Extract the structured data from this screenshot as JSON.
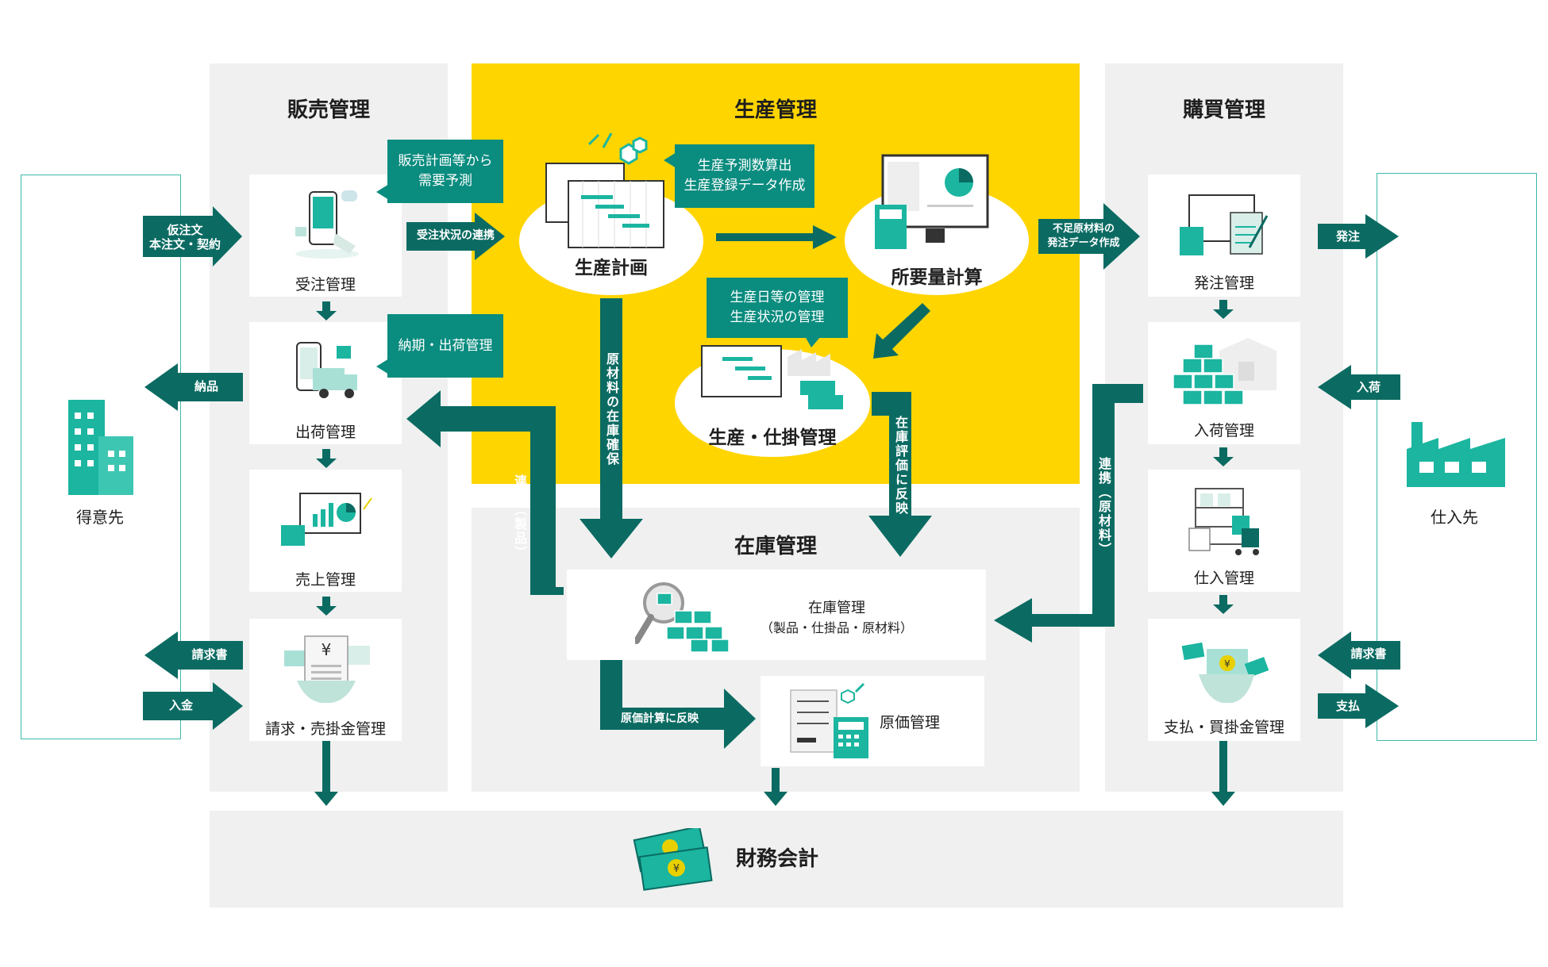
{
  "colors": {
    "accent": "#0b6b62",
    "teal": "#1bb5a0",
    "yellow": "#ffd500",
    "panel": "#f0f0f0"
  },
  "sections": {
    "sales": "販売管理",
    "production": "生産管理",
    "purchase": "購買管理",
    "inventory": "在庫管理",
    "finance": "財務会計"
  },
  "customer": {
    "label": "得意先",
    "icon": "office-building-icon"
  },
  "supplier": {
    "label": "仕入先",
    "icon": "factory-icon"
  },
  "sales_cards": [
    {
      "label": "受注管理",
      "icon": "smartphone-shop-icon"
    },
    {
      "label": "出荷管理",
      "icon": "delivery-truck-icon"
    },
    {
      "label": "売上管理",
      "icon": "sales-chart-icon"
    },
    {
      "label": "請求・売掛金管理",
      "icon": "invoice-yen-icon"
    }
  ],
  "purchase_cards": [
    {
      "label": "発注管理",
      "icon": "order-clipboard-icon"
    },
    {
      "label": "入荷管理",
      "icon": "warehouse-boxes-icon"
    },
    {
      "label": "仕入管理",
      "icon": "shelf-cart-icon"
    },
    {
      "label": "支払・買掛金管理",
      "icon": "payment-yen-icon"
    }
  ],
  "production_nodes": {
    "plan": "生産計画",
    "mrp": "所要量計算",
    "wip": "生産・仕掛管理"
  },
  "notes": {
    "forecast": "販売計画等から\n需要予測",
    "delivery": "納期・出荷管理",
    "prod_forecast": "生産予測数算出\n生産登録データ作成",
    "prod_status": "生産日等の管理\n生産状況の管理"
  },
  "inventory_card": {
    "title": "在庫管理",
    "subtitle": "（製品・仕掛品・原材料）",
    "icon": "inventory-magnifier-icon"
  },
  "cost_card": {
    "label": "原価管理",
    "icon": "cost-calculator-icon"
  },
  "arrow_labels": {
    "order_in": "仮注文\n本注文・契約",
    "deliver": "納品",
    "invoice_out": "請求書",
    "payment_in": "入金",
    "order_status": "受注状況の連携",
    "shortage": "不足原材料の\n発注データ作成",
    "place_order": "発注",
    "receive": "入荷",
    "invoice_in": "請求書",
    "pay": "支払",
    "material_stock": "原材料の在庫確保",
    "product_link": "連携（製品）",
    "eval_reflect": "在庫評価に反映",
    "material_link": "連携（原材料）",
    "cost_reflect": "原価計算に反映"
  }
}
